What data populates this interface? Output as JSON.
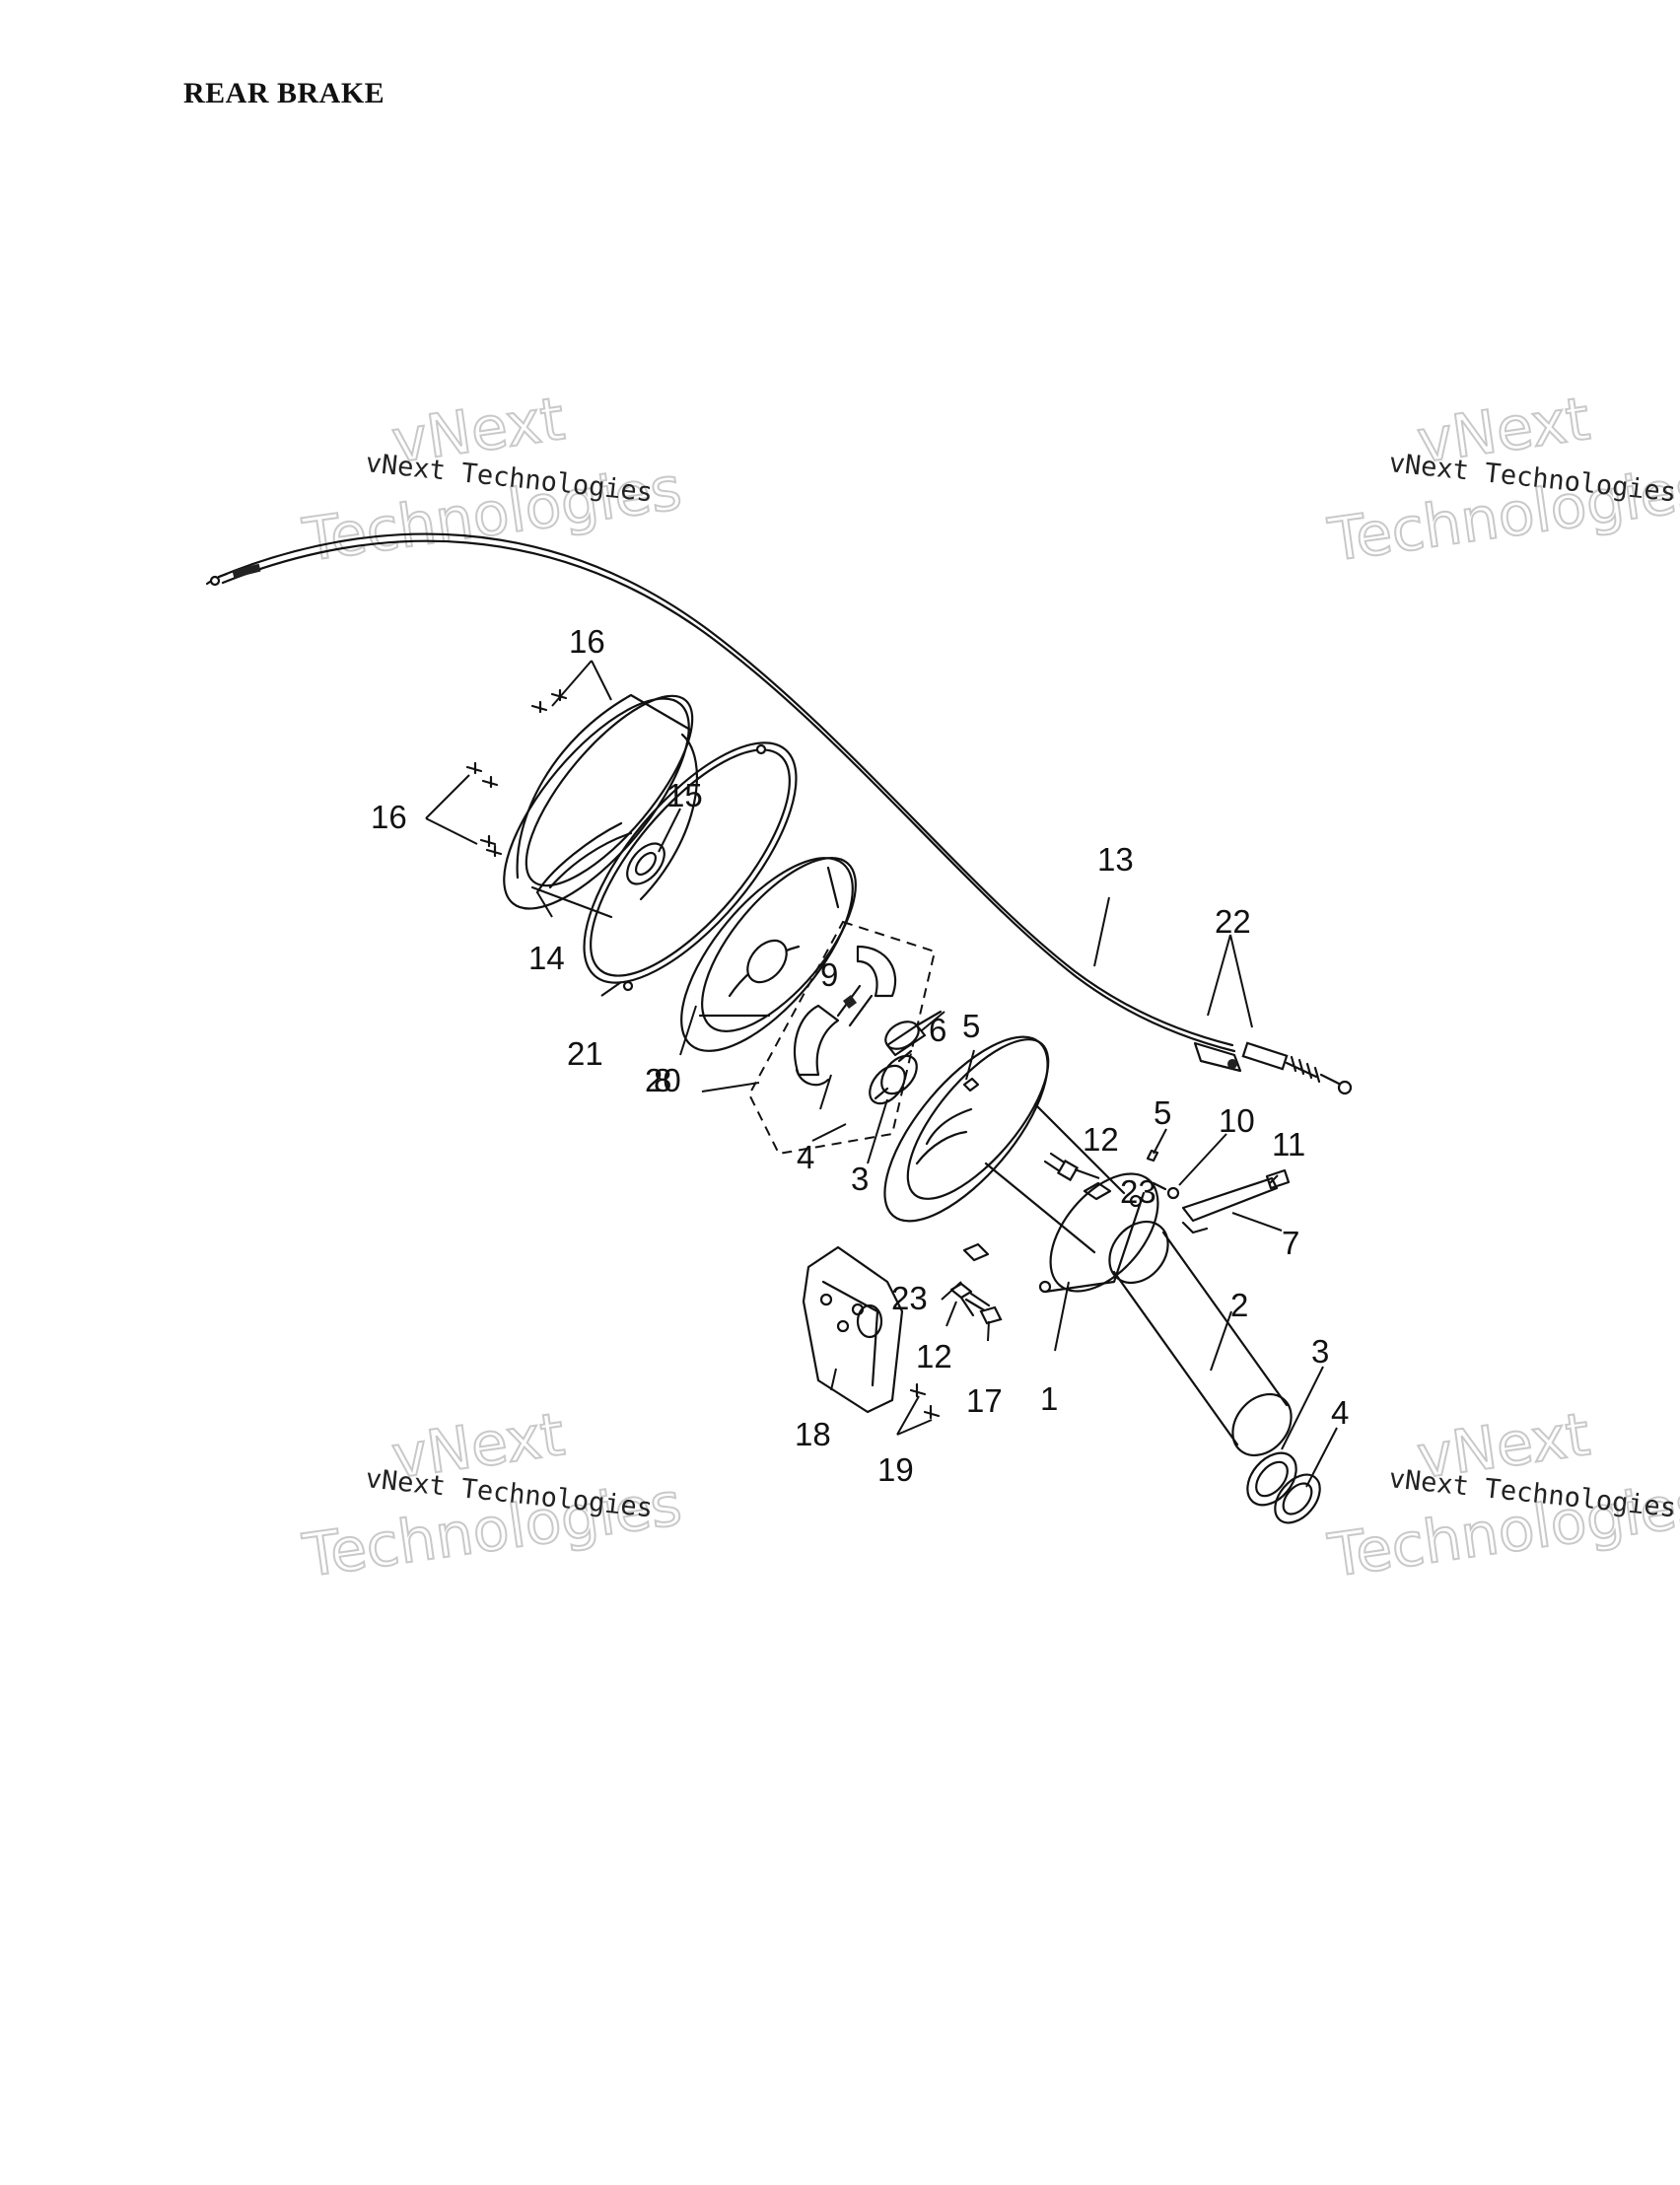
{
  "title": "REAR BRAKE",
  "watermark": {
    "small_text": "vNext Technologies",
    "big_line1": "vNext",
    "big_line2": "Technologies"
  },
  "callouts": [
    "1",
    "2",
    "3",
    "3",
    "4",
    "4",
    "5",
    "5",
    "6",
    "7",
    "8",
    "9",
    "10",
    "11",
    "12",
    "12",
    "13",
    "14",
    "15",
    "16",
    "16",
    "17",
    "18",
    "19",
    "20",
    "21",
    "22",
    "23",
    "23"
  ],
  "colors": {
    "ink": "#111111",
    "watermark": "#c9c9c9",
    "background": "#ffffff"
  }
}
